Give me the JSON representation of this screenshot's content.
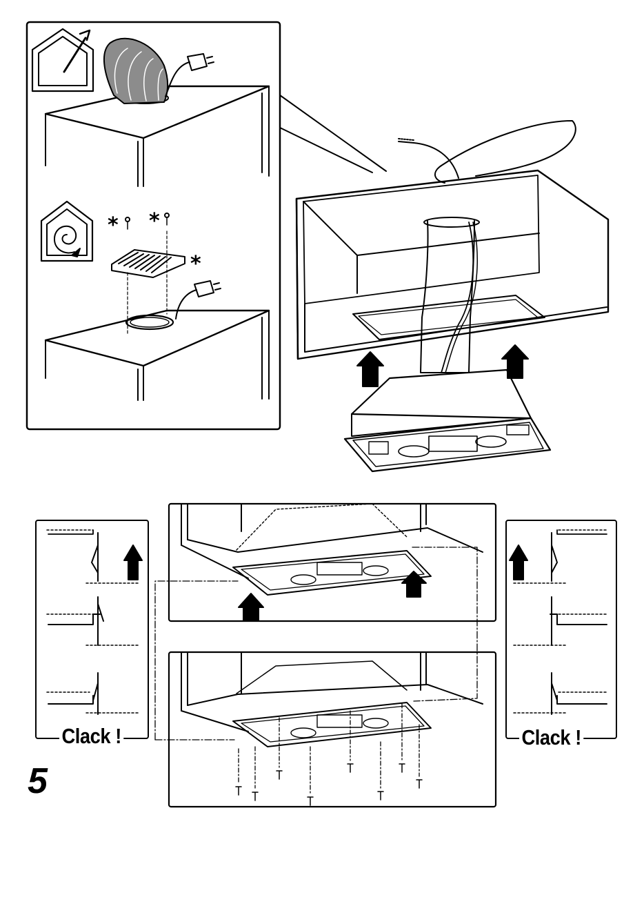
{
  "page": {
    "step_number": "5"
  },
  "panels": {
    "left_detail": {
      "label": "Clack !"
    },
    "right_detail": {
      "label": "Clack !"
    }
  },
  "markers": {
    "optional_symbol": "*"
  },
  "icons": {
    "ducted_mode": "house-arrow-up-icon",
    "recirculation_mode": "house-spiral-icon"
  },
  "colors": {
    "line": "#000000",
    "duct_fill": "#8c8c8c",
    "background": "#ffffff"
  }
}
